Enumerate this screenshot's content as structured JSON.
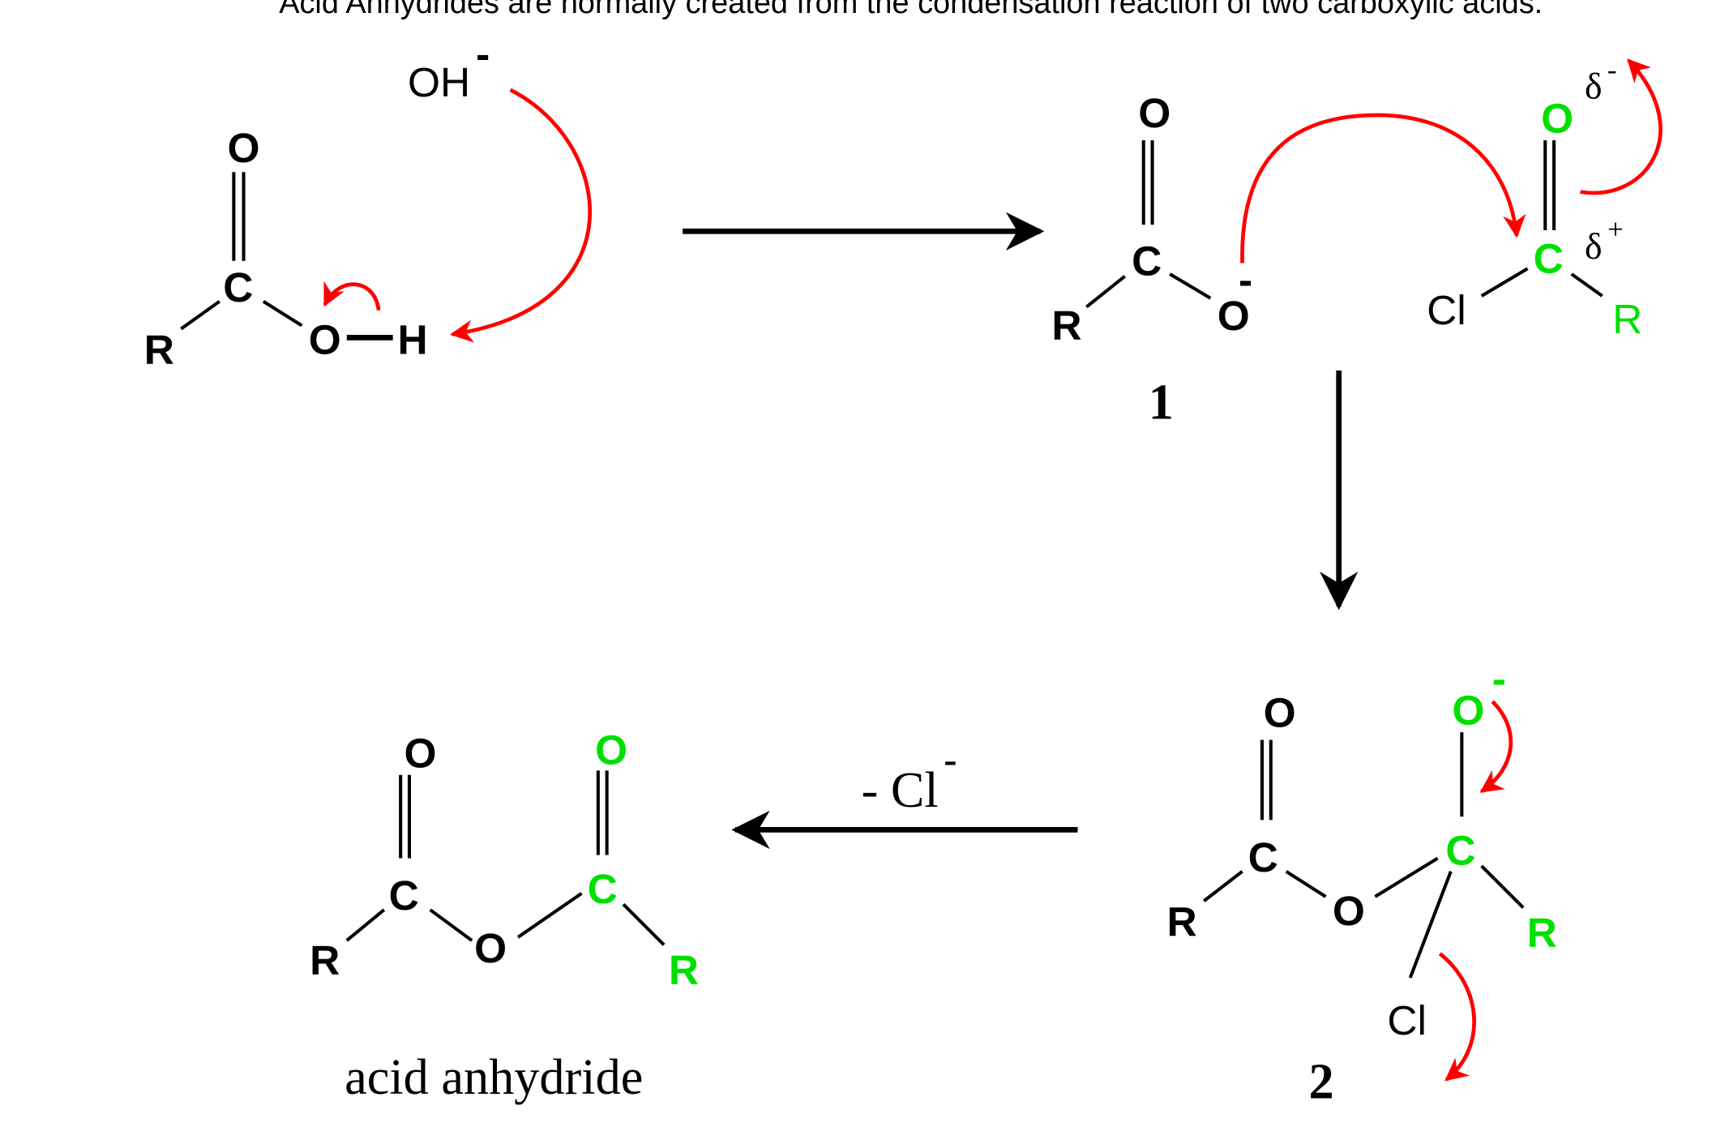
{
  "caption": "Acid Anhydrides are normally created from the condensation reaction of two carboxylic acids.",
  "colors": {
    "black": "#000000",
    "highlight_green": "#00e000",
    "electron_arrow_red": "#ff0000"
  },
  "atoms": {
    "O": "O",
    "C": "C",
    "R": "R",
    "H": "H",
    "Cl": "Cl",
    "minus": "-",
    "plus": "+",
    "delta": "δ"
  },
  "reagent": {
    "base": "OH",
    "charge": "-"
  },
  "labels": {
    "intermediate1": "1",
    "intermediate2": "2",
    "product": "acid anhydride",
    "loss": "- Cl",
    "loss_charge": "-"
  }
}
